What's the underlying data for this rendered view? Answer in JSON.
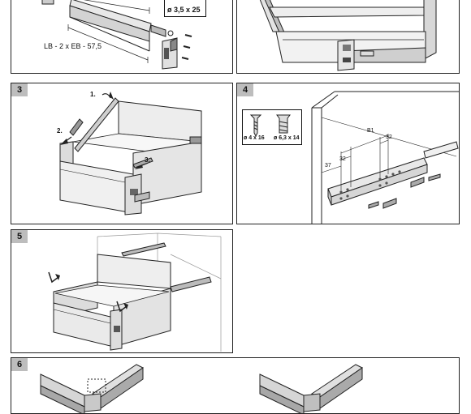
{
  "panels": {
    "p1": {
      "formula": "LB - 2 x EB - 57,5",
      "screw": "ø 3,5 x 25"
    },
    "p2": {},
    "p3": {
      "number": "3",
      "steps": [
        "1.",
        "2.",
        "3."
      ]
    },
    "p4": {
      "number": "4",
      "screw_a": "ø 4 x 16",
      "screw_b": "ø 6,3 x 14",
      "dim_b1": "B1",
      "dim_32a": "32",
      "dim_32b": "32",
      "dim_37": "37"
    },
    "p5": {
      "number": "5"
    },
    "p6": {
      "number": "6"
    }
  }
}
